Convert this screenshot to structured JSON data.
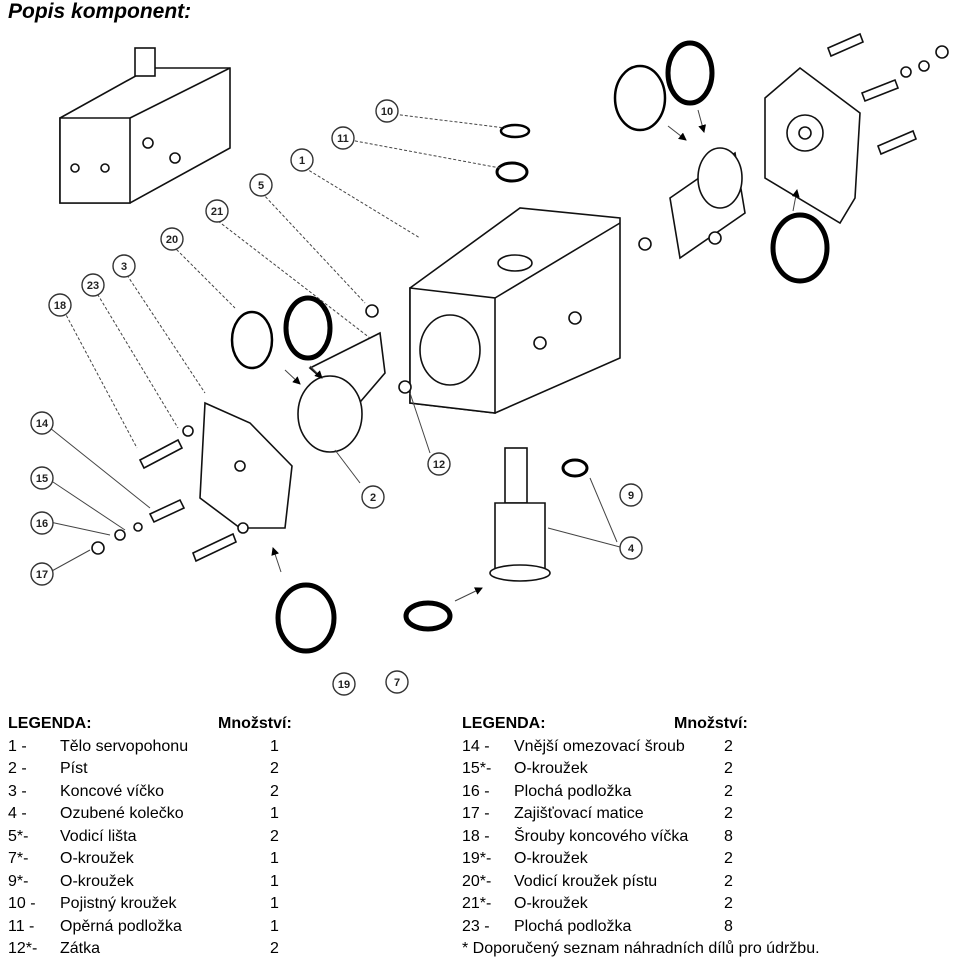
{
  "title": "Popis komponent:",
  "callouts": [
    "1",
    "2",
    "3",
    "4",
    "5",
    "7",
    "9",
    "10",
    "11",
    "12",
    "14",
    "15",
    "16",
    "17",
    "18",
    "19",
    "20",
    "21",
    "23"
  ],
  "legend_left": {
    "header_label": "LEGENDA:",
    "header_qty": "Množství:",
    "rows": [
      {
        "num": "1 -",
        "name": "Tělo servopohonu",
        "qty": "1"
      },
      {
        "num": "2 -",
        "name": "Píst",
        "qty": "2"
      },
      {
        "num": "3 -",
        "name": "Koncové víčko",
        "qty": "2"
      },
      {
        "num": "4 -",
        "name": "Ozubené kolečko",
        "qty": "1"
      },
      {
        "num": "5*-",
        "name": "Vodicí lišta",
        "qty": "2"
      },
      {
        "num": "7*-",
        "name": "O-kroužek",
        "qty": "1"
      },
      {
        "num": "9*-",
        "name": "O-kroužek",
        "qty": "1"
      },
      {
        "num": "10 -",
        "name": "Pojistný kroužek",
        "qty": "1"
      },
      {
        "num": "11 -",
        "name": "Opěrná podložka",
        "qty": "1"
      },
      {
        "num": "12*-",
        "name": "Zátka",
        "qty": "2"
      }
    ]
  },
  "legend_right": {
    "header_label": "LEGENDA:",
    "header_qty": "Množství:",
    "rows": [
      {
        "num": "14 -",
        "name": "Vnější omezovací šroub",
        "qty": "2"
      },
      {
        "num": "15*-",
        "name": "O-kroužek",
        "qty": "2"
      },
      {
        "num": "16 -",
        "name": " Plochá podložka",
        "qty": "2"
      },
      {
        "num": "17 -",
        "name": "Zajišťovací matice",
        "qty": "2"
      },
      {
        "num": "18 -",
        "name": " Šrouby koncového víčka",
        "qty": "8"
      },
      {
        "num": "19*-",
        "name": "O-kroužek",
        "qty": "2"
      },
      {
        "num": "20*-",
        "name": "Vodicí kroužek pístu",
        "qty": "2"
      },
      {
        "num": "21*-",
        "name": "O-kroužek",
        "qty": "2"
      },
      {
        "num": "23 -",
        "name": "Plochá podložka",
        "qty": "8"
      }
    ],
    "footnote": "* Doporučený seznam náhradních dílů pro údržbu."
  }
}
